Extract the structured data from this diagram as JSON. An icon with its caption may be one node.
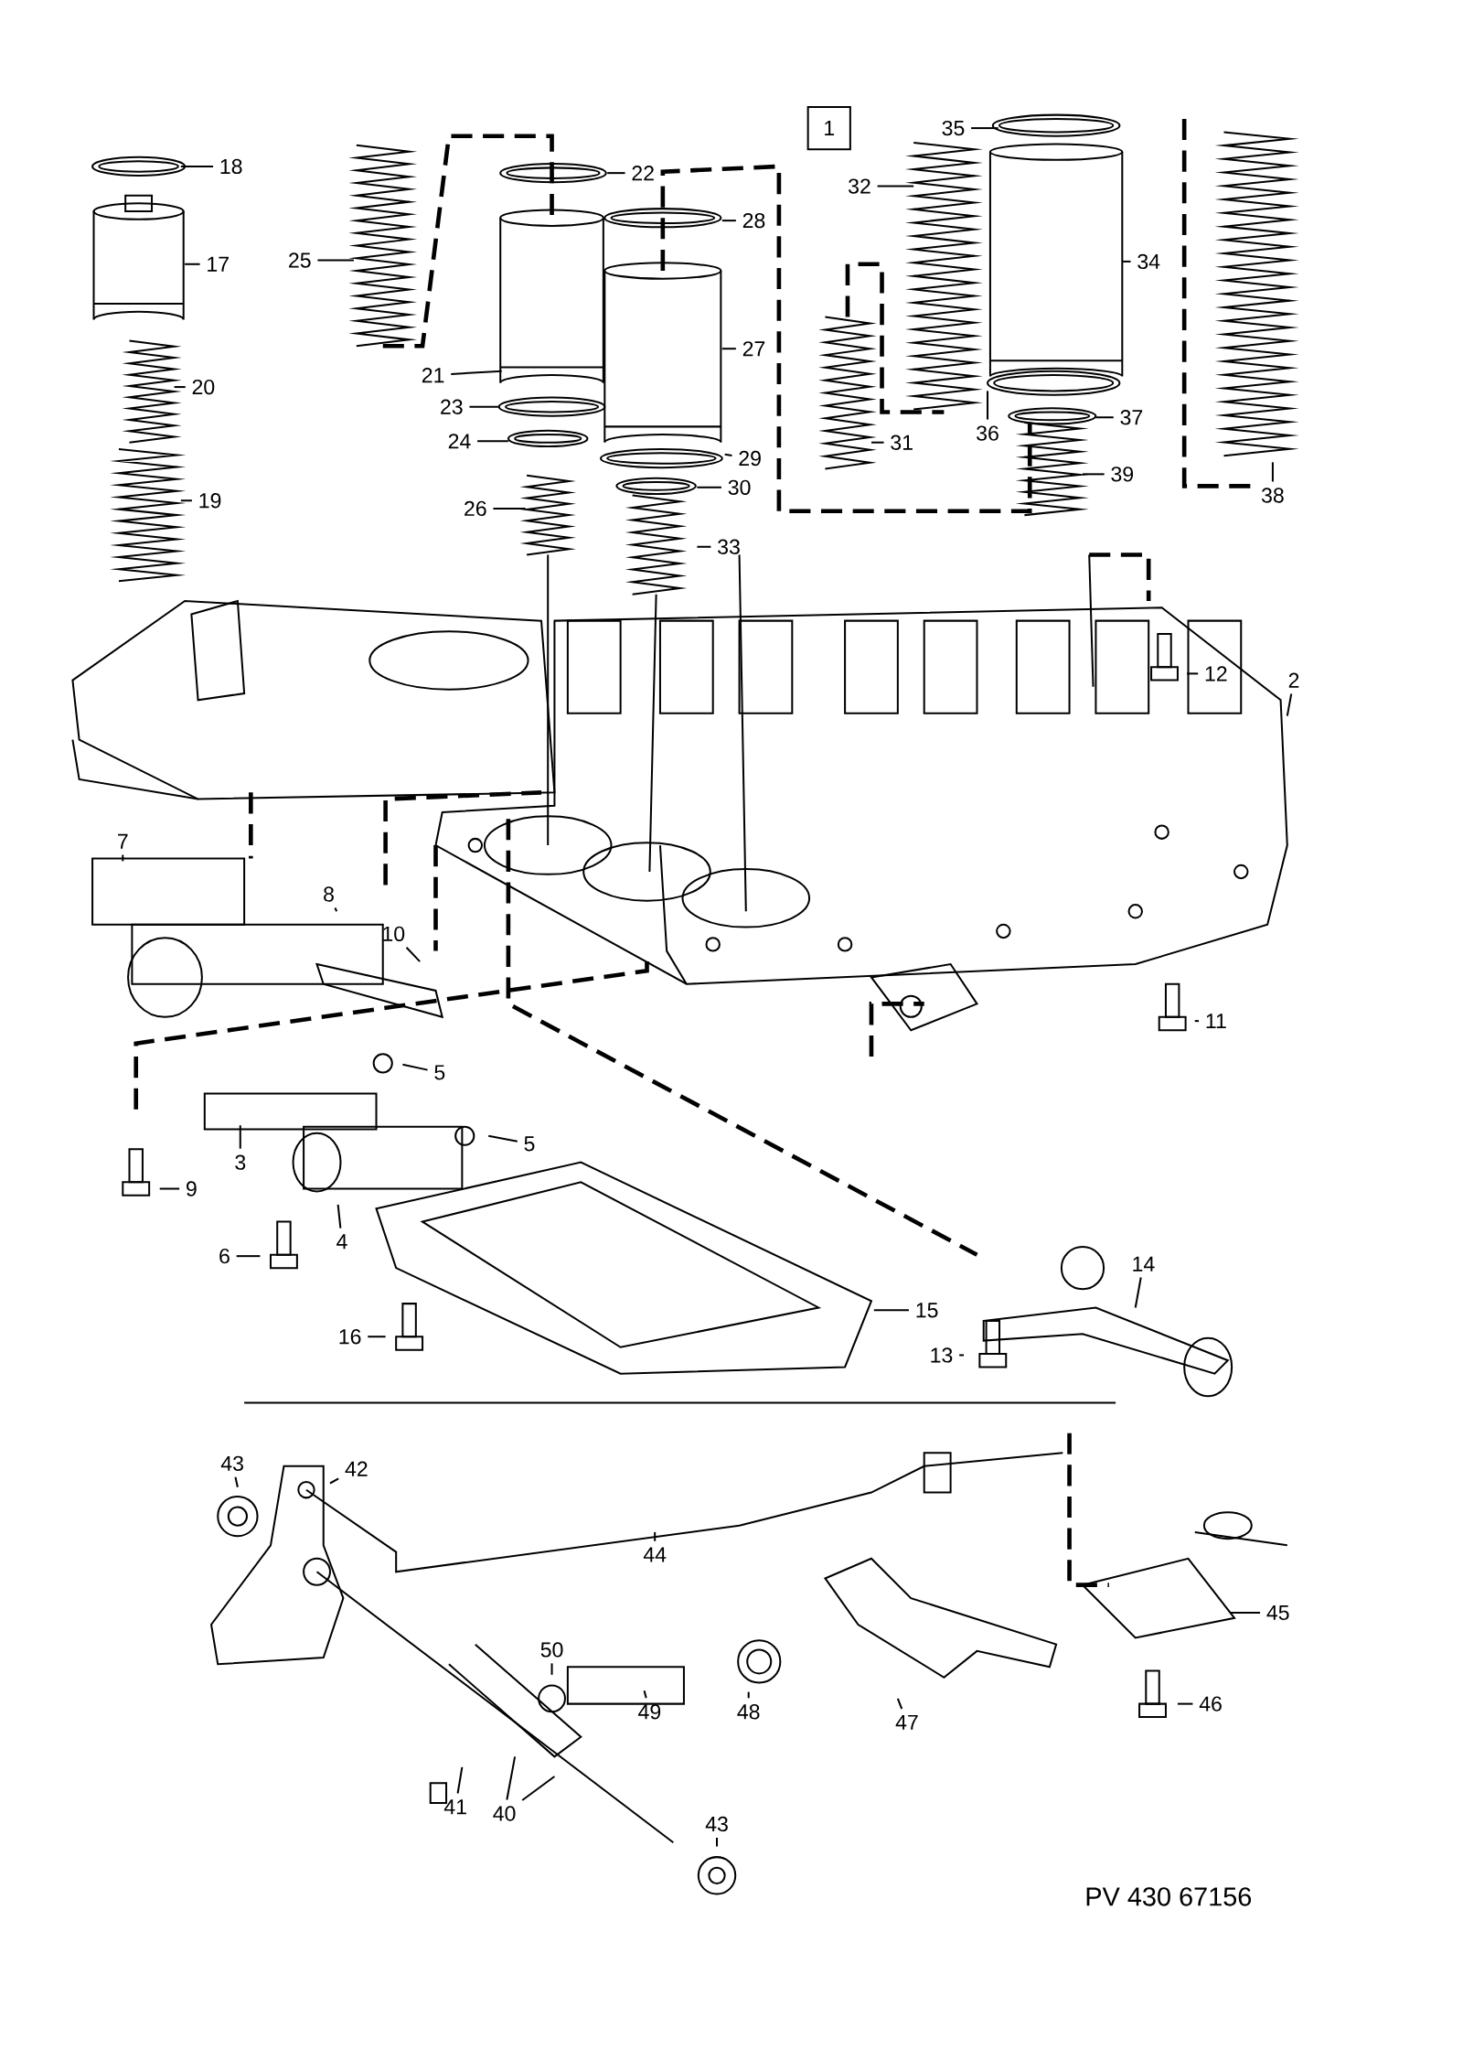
{
  "diagram": {
    "nodes": [
      {
        "text": [
          "18"
        ]
      },
      {
        "text": [
          "17"
        ]
      },
      {
        "text": [
          "25"
        ]
      },
      {
        "text": [
          "22"
        ]
      },
      {
        "text": [
          "28"
        ]
      },
      {
        "text": [
          "20"
        ]
      },
      {
        "text": [
          "19"
        ]
      },
      {
        "text": [
          "21"
        ]
      },
      {
        "text": [
          "23"
        ]
      },
      {
        "text": [
          "24"
        ]
      },
      {
        "text": [
          "26"
        ]
      },
      {
        "text": [
          "27"
        ]
      },
      {
        "text": [
          "29"
        ]
      },
      {
        "text": [
          "30"
        ]
      },
      {
        "text": [
          "33"
        ]
      },
      {
        "text": [
          "31"
        ]
      },
      {
        "text": [
          "32"
        ]
      },
      {
        "text": [
          "35"
        ]
      },
      {
        "text": [
          "34"
        ]
      },
      {
        "text": [
          "36"
        ]
      },
      {
        "text": [
          "37"
        ]
      },
      {
        "text": [
          "39"
        ]
      },
      {
        "text": [
          "38"
        ]
      },
      {
        "text": [
          "12"
        ]
      },
      {
        "text": [
          "2"
        ]
      },
      {
        "text": [
          "7"
        ]
      },
      {
        "text": [
          "8"
        ]
      },
      {
        "text": [
          "10"
        ]
      },
      {
        "text": [
          "11"
        ]
      },
      {
        "text": [
          "5"
        ]
      },
      {
        "text": [
          "5"
        ]
      },
      {
        "text": [
          "3"
        ]
      },
      {
        "text": [
          "9"
        ]
      },
      {
        "text": [
          "4"
        ]
      },
      {
        "text": [
          "6"
        ]
      },
      {
        "text": [
          "14"
        ]
      },
      {
        "text": [
          "15"
        ]
      },
      {
        "text": [
          "16"
        ]
      },
      {
        "text": [
          "13"
        ]
      },
      {
        "text": [
          "43"
        ]
      },
      {
        "text": [
          "42"
        ]
      },
      {
        "text": [
          "44"
        ]
      },
      {
        "text": [
          "45"
        ]
      },
      {
        "text": [
          "50"
        ]
      },
      {
        "text": [
          "49"
        ]
      },
      {
        "text": [
          "48"
        ]
      },
      {
        "text": [
          "47"
        ]
      },
      {
        "text": [
          "46"
        ]
      },
      {
        "text": [
          "41"
        ]
      },
      {
        "text": [
          "40"
        ]
      },
      {
        "text": [
          "43"
        ]
      }
    ],
    "edges": [
      {
        "from": 0,
        "to": null,
        "arrow": "none"
      },
      {
        "from": 1,
        "to": null,
        "arrow": "none"
      },
      {
        "from": 2,
        "to": null,
        "arrow": "none"
      },
      {
        "from": 3,
        "to": null,
        "arrow": "none"
      },
      {
        "from": 4,
        "to": null,
        "arrow": "none"
      },
      {
        "from": 5,
        "to": null,
        "arrow": "none"
      },
      {
        "from": 6,
        "to": null,
        "arrow": "none"
      },
      {
        "from": 7,
        "to": null,
        "arrow": "none"
      },
      {
        "from": 8,
        "to": null,
        "arrow": "none"
      },
      {
        "from": 9,
        "to": null,
        "arrow": "none"
      },
      {
        "from": 10,
        "to": null,
        "arrow": "none"
      },
      {
        "from": 11,
        "to": null,
        "arrow": "none"
      },
      {
        "from": 12,
        "to": null,
        "arrow": "none"
      },
      {
        "from": 13,
        "to": null,
        "arrow": "none"
      },
      {
        "from": 14,
        "to": null,
        "arrow": "none"
      },
      {
        "from": 15,
        "to": null,
        "arrow": "none"
      },
      {
        "from": 16,
        "to": null,
        "arrow": "none"
      },
      {
        "from": 17,
        "to": null,
        "arrow": "none"
      },
      {
        "from": 18,
        "to": null,
        "arrow": "none"
      },
      {
        "from": 19,
        "to": null,
        "arrow": "none"
      },
      {
        "from": 20,
        "to": null,
        "arrow": "none"
      },
      {
        "from": 21,
        "to": null,
        "arrow": "none"
      },
      {
        "from": 22,
        "to": null,
        "arrow": "none"
      },
      {
        "from": 23,
        "to": null,
        "arrow": "none"
      },
      {
        "from": 24,
        "to": null,
        "arrow": "none"
      },
      {
        "from": 25,
        "to": null,
        "arrow": "none"
      },
      {
        "from": 26,
        "to": null,
        "arrow": "none"
      },
      {
        "from": 27,
        "to": null,
        "arrow": "none"
      },
      {
        "from": 28,
        "to": null,
        "arrow": "none"
      },
      {
        "from": 29,
        "to": null,
        "arrow": "none"
      },
      {
        "from": 30,
        "to": null,
        "arrow": "none"
      },
      {
        "from": 31,
        "to": null,
        "arrow": "none"
      },
      {
        "from": 32,
        "to": null,
        "arrow": "none"
      },
      {
        "from": 33,
        "to": null,
        "arrow": "none"
      },
      {
        "from": 34,
        "to": null,
        "arrow": "none"
      },
      {
        "from": 35,
        "to": null,
        "arrow": "none"
      },
      {
        "from": 36,
        "to": null,
        "arrow": "none"
      },
      {
        "from": 37,
        "to": null,
        "arrow": "none"
      },
      {
        "from": 38,
        "to": null,
        "arrow": "none"
      },
      {
        "from": 39,
        "to": null,
        "arrow": "none"
      },
      {
        "from": 40,
        "to": null,
        "arrow": "none"
      },
      {
        "from": 41,
        "to": null,
        "arrow": "none"
      },
      {
        "from": 42,
        "to": null,
        "arrow": "none"
      },
      {
        "from": 43,
        "to": null,
        "arrow": "none"
      },
      {
        "from": 44,
        "to": null,
        "arrow": "none"
      },
      {
        "from": 45,
        "to": null,
        "arrow": "none"
      },
      {
        "from": 46,
        "to": null,
        "arrow": "none"
      },
      {
        "from": 47,
        "to": null,
        "arrow": "none"
      },
      {
        "from": 48,
        "to": null,
        "arrow": "none"
      },
      {
        "from": 49,
        "to": null,
        "arrow": "none"
      },
      {
        "from": 49,
        "to": null,
        "arrow": "none"
      },
      {
        "from": 50,
        "to": null,
        "arrow": "none"
      }
    ],
    "labels": [
      "1",
      "PV 430 67156"
    ]
  }
}
